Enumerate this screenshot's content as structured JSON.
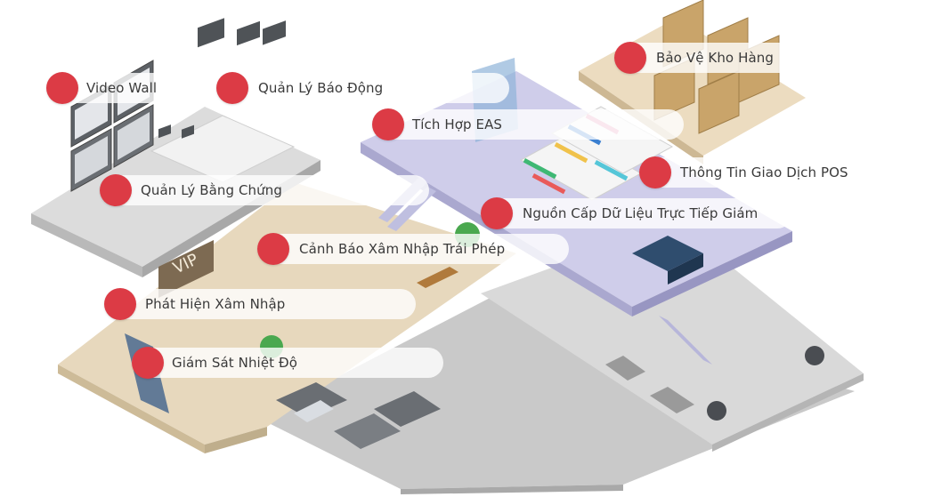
{
  "scene": {
    "colors": {
      "floor_gray": "#d7d7d7",
      "floor_beige": "#e6d6bb",
      "floor_lavender": "#cfcde9",
      "parking": "#bfbfbf",
      "marker": "#dc3b45",
      "pill": "#ffffff"
    },
    "signage": {
      "vip_label": "VIP"
    }
  },
  "callouts": [
    {
      "id": "video-wall",
      "label": "Video Wall"
    },
    {
      "id": "alarm-management",
      "label": "Quản Lý Báo Động"
    },
    {
      "id": "eas-integration",
      "label": "Tích Hợp EAS"
    },
    {
      "id": "warehouse-protection",
      "label": "Bảo Vệ Kho Hàng"
    },
    {
      "id": "pos-transaction",
      "label": "Thông Tin Giao Dịch POS"
    },
    {
      "id": "evidence-management",
      "label": "Quản Lý Bằng Chứng"
    },
    {
      "id": "live-data-feed",
      "label": "Nguồn Cấp Dữ Liệu Trực Tiếp Giám"
    },
    {
      "id": "unauthorized-intrusion-alert",
      "label": "Cảnh Báo Xâm Nhập Trái Phép"
    },
    {
      "id": "intrusion-detection",
      "label": "Phát Hiện Xâm Nhập"
    },
    {
      "id": "temperature-monitoring",
      "label": "Giám Sát Nhiệt Độ"
    }
  ]
}
